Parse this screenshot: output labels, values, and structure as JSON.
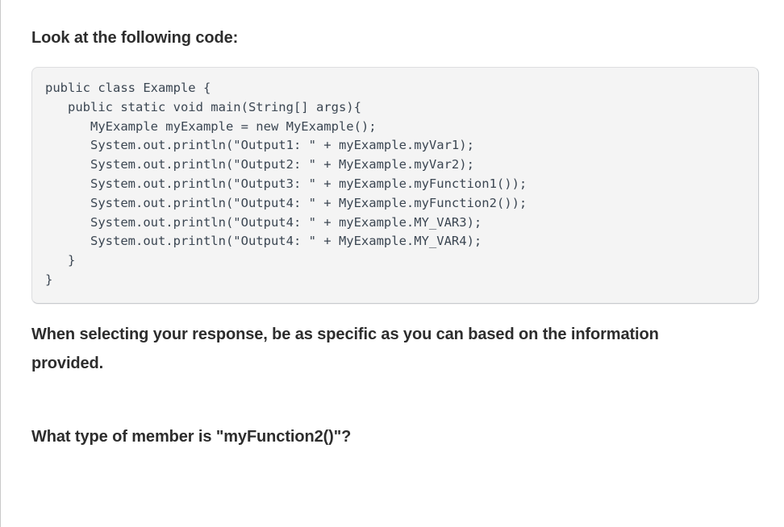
{
  "page": {
    "background_color": "#ffffff",
    "left_border_color": "#c9c9c9",
    "text_color": "#2d2d2d"
  },
  "prompt": {
    "heading": "Look at the following code:"
  },
  "code_block": {
    "language": "java",
    "background_color": "#f4f4f4",
    "border_color": "#dddee0",
    "text_color": "#3b4652",
    "lines": [
      "public class Example {",
      "   public static void main(String[] args){",
      "      MyExample myExample = new MyExample();",
      "      System.out.println(\"Output1: \" + myExample.myVar1);",
      "      System.out.println(\"Output2: \" + MyExample.myVar2);",
      "      System.out.println(\"Output3: \" + myExample.myFunction1());",
      "      System.out.println(\"Output4: \" + MyExample.myFunction2());",
      "      System.out.println(\"Output4: \" + myExample.MY_VAR3);",
      "      System.out.println(\"Output4: \" + MyExample.MY_VAR4);",
      "   }",
      "}"
    ],
    "text": "public class Example {\n   public static void main(String[] args){\n      MyExample myExample = new MyExample();\n      System.out.println(\"Output1: \" + myExample.myVar1);\n      System.out.println(\"Output2: \" + MyExample.myVar2);\n      System.out.println(\"Output3: \" + myExample.myFunction1());\n      System.out.println(\"Output4: \" + MyExample.myFunction2());\n      System.out.println(\"Output4: \" + myExample.MY_VAR3);\n      System.out.println(\"Output4: \" + MyExample.MY_VAR4);\n   }\n}"
  },
  "instruction": {
    "text": "When selecting your response, be as specific as you can based on the information provided."
  },
  "question": {
    "text": "What type of member is \"myFunction2()\"?"
  }
}
